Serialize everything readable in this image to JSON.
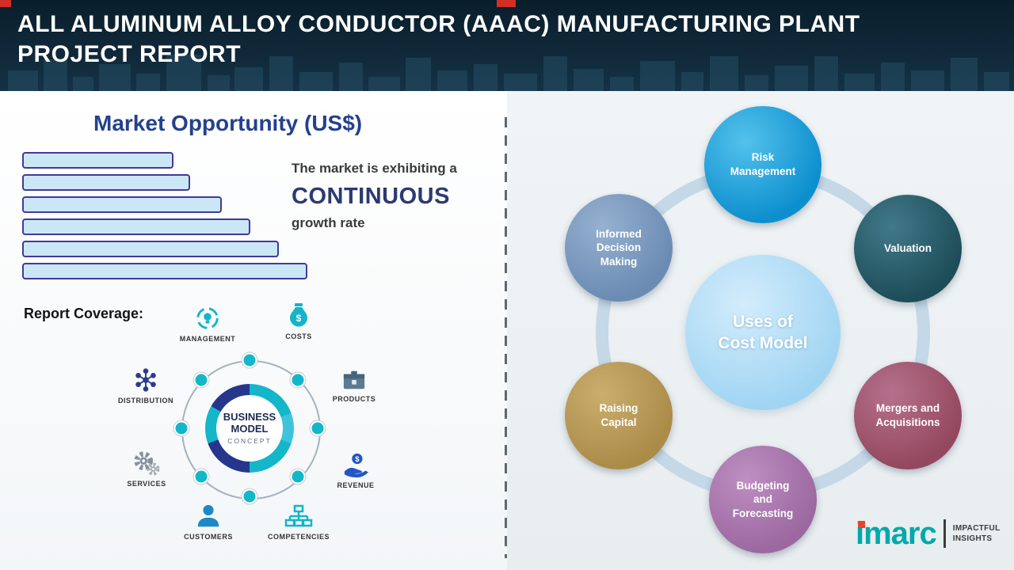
{
  "header": {
    "title": "ALL ALUMINUM ALLOY CONDUCTOR (AAAC) MANUFACTURING PLANT PROJECT REPORT"
  },
  "left": {
    "section_title": "Market Opportunity (US$)",
    "growth": {
      "line1": "The market is exhibiting a",
      "line2": "CONTINUOUS",
      "line3": "growth rate"
    },
    "report_coverage_label": "Report Coverage:",
    "business_model": {
      "center_line1": "BUSINESS",
      "center_line2": "MODEL",
      "center_line3": "CONCEPT",
      "items": [
        {
          "label": "MANAGEMENT"
        },
        {
          "label": "COSTS"
        },
        {
          "label": "DISTRIBUTION"
        },
        {
          "label": "PRODUCTS"
        },
        {
          "label": "SERVICES"
        },
        {
          "label": "REVENUE"
        },
        {
          "label": "CUSTOMERS"
        },
        {
          "label": "COMPETENCIES"
        }
      ]
    }
  },
  "chart_data": {
    "type": "bar",
    "orientation": "horizontal",
    "title": "Market Opportunity (US$)",
    "values": [
      53,
      59,
      70,
      80,
      90,
      100
    ],
    "ylim": [
      0,
      100
    ],
    "bar_fill": "#cbe7f6",
    "bar_border": "#43399b",
    "grid": false,
    "legend": false
  },
  "right": {
    "center_label": "Uses of\nCost Model",
    "nodes": [
      {
        "label": "Risk\nManagement",
        "color_base": "#0d8fce",
        "color_light": "#53c2ec"
      },
      {
        "label": "Valuation",
        "color_base": "#1d4d58",
        "color_light": "#41798a"
      },
      {
        "label": "Mergers and\nAcquisitions",
        "color_base": "#94485f",
        "color_light": "#b5718b"
      },
      {
        "label": "Budgeting\nand\nForecasting",
        "color_base": "#9c68a0",
        "color_light": "#bd8fc2"
      },
      {
        "label": "Raising\nCapital",
        "color_base": "#ab8b48",
        "color_light": "#cbae6d"
      },
      {
        "label": "Informed\nDecision\nMaking",
        "color_base": "#6b8bb3",
        "color_light": "#96b1d0"
      }
    ]
  },
  "logo": {
    "wordmark": "imarc",
    "tagline_line1": "IMPACTFUL",
    "tagline_line2": "INSIGHTS"
  }
}
